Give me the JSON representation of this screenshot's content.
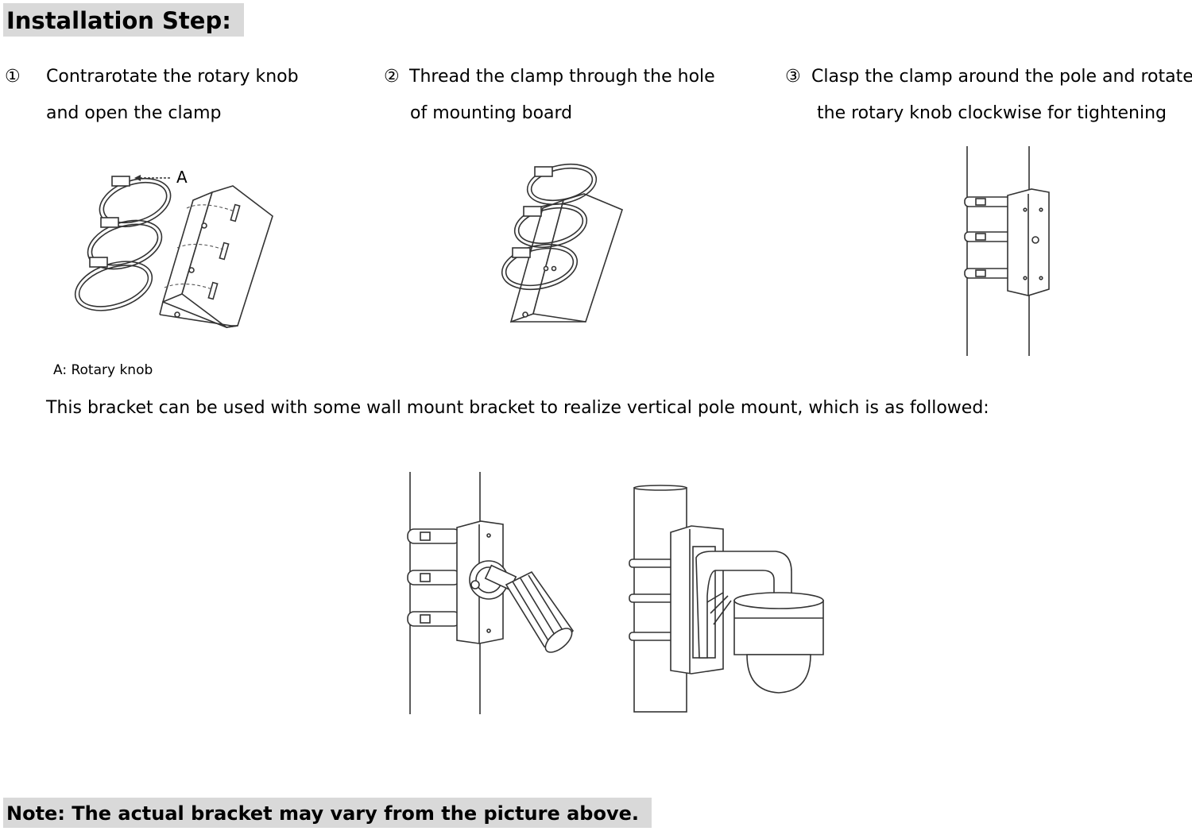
{
  "header": {
    "title": "Installation Step:"
  },
  "steps": [
    {
      "number": "①",
      "line1": "Contrarotate  the rotary knob",
      "line2": "and open the clamp"
    },
    {
      "number": "②",
      "line1": "Thread the clamp through the hole",
      "line2": "of mounting board"
    },
    {
      "number": "③",
      "line1": "Clasp the clamp around the pole and rotate",
      "line2": "the rotary knob clockwise for tightening"
    }
  ],
  "figure1": {
    "callout_letter": "A",
    "legend": "A: Rotary knob"
  },
  "description": "This bracket can be used with some wall mount bracket to realize vertical pole mount, which is as followed:",
  "note": "Note: The actual bracket may vary from the picture above."
}
